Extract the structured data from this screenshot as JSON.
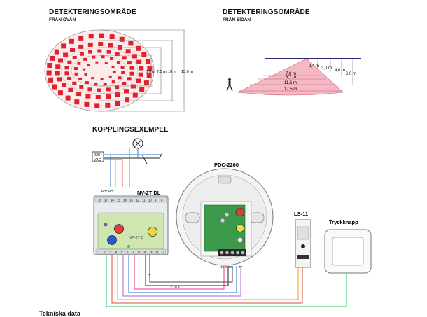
{
  "top_view": {
    "title": "DETEKTERINGSOMRÅDE",
    "subtitle": "FRÅN OVAN",
    "dims": [
      "6,0 m",
      "7,5 m",
      "10 m",
      "15,0 m"
    ]
  },
  "side_view": {
    "title": "DETEKTERINGSOMRÅDE",
    "subtitle": "FRÅN SIDAN",
    "widths": [
      "7,0 m",
      "8,7 m",
      "11,6 m",
      "17,5 m"
    ],
    "heights": [
      "2,4 m",
      "3,0 m",
      "4,0 m",
      "6,0 m"
    ]
  },
  "wiring": {
    "title": "KOPPLINGSEXEMPEL",
    "supply_label_1": "230",
    "supply_label_2": "VAC",
    "da_label": "DA+ DA-",
    "nv_module": "NV-2T DL",
    "np_module": "NP-2T D",
    "np_top_terminals": [
      "18",
      "17",
      "16",
      "15",
      "14",
      "13",
      "12",
      "11",
      "10",
      "9",
      "8"
    ],
    "np_bottom_terminals": [
      "1",
      "2",
      "3",
      "4",
      "5",
      "6",
      "7",
      "8",
      "9",
      "10",
      "11",
      "12"
    ],
    "pdc_title": "PDC-2200",
    "pdc_terminals": "NO C NC -  +  TP",
    "pdc_pins": [
      "1",
      "2",
      "3",
      "4",
      "5"
    ],
    "ls_title": "LS-11",
    "button_title": "Tryckknapp",
    "vdc_label": "12 VDC",
    "minus": "-",
    "plus": "+"
  },
  "footer_text": "Tekniska data"
}
